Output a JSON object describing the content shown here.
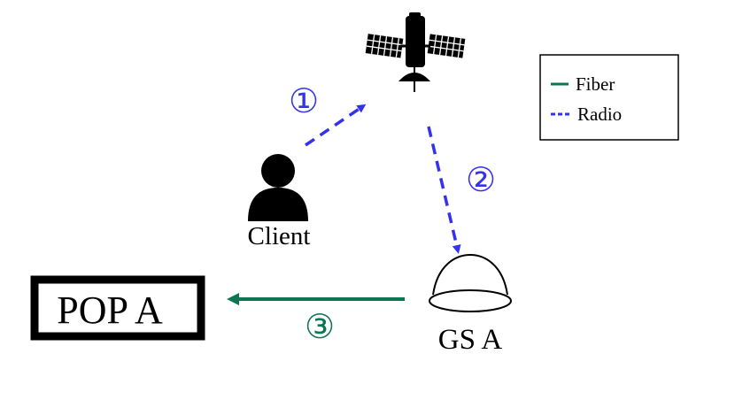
{
  "nodes": {
    "satellite": {
      "icon": "satellite-icon"
    },
    "client": {
      "icon": "person-icon",
      "label": "Client"
    },
    "ground_station": {
      "icon": "dome-icon",
      "label": "GS A"
    },
    "pop": {
      "label": "POP A"
    }
  },
  "steps": [
    {
      "number": "1",
      "glyph": "①",
      "link_type": "Radio",
      "color": "#3333ee"
    },
    {
      "number": "2",
      "glyph": "②",
      "link_type": "Radio",
      "color": "#3333ee"
    },
    {
      "number": "3",
      "glyph": "③",
      "link_type": "Fiber",
      "color": "#0e7552"
    }
  ],
  "legend": {
    "items": [
      {
        "label": "Fiber",
        "style": "solid",
        "color": "#0e7552"
      },
      {
        "label": "Radio",
        "style": "dashed",
        "color": "#3333ee"
      }
    ]
  },
  "colors": {
    "radio": "#3333ee",
    "fiber": "#0e7552",
    "ink": "#000000"
  }
}
